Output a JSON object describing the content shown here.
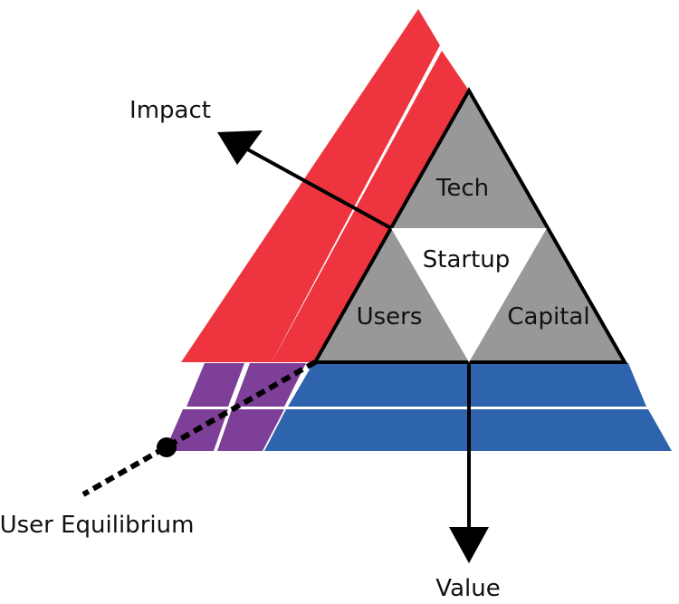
{
  "labels": {
    "impact": "Impact",
    "tech": "Tech",
    "startup": "Startup",
    "users": "Users",
    "capital": "Capital",
    "value": "Value",
    "user_equilibrium": "User Equilibrium"
  },
  "colors": {
    "red": "#ee353f",
    "blue": "#2e64ae",
    "purple": "#7e3f98",
    "gray": "#989898",
    "white": "#ffffff",
    "black": "#000000"
  }
}
